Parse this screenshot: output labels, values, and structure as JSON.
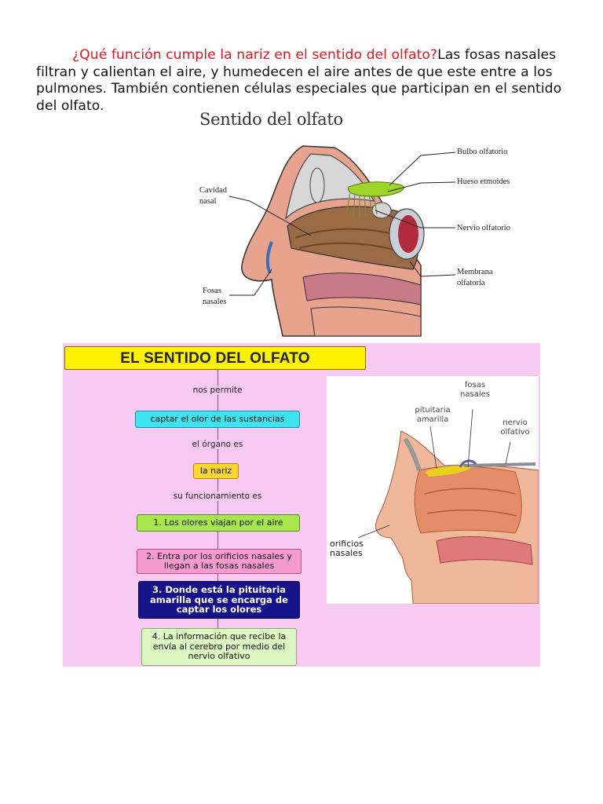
{
  "paragraph": {
    "question": "¿Qué función cumple la nariz en el sentido del olfato?",
    "answer": "Las fosas nasales filtran y calientan el aire, y humedecen el aire antes de que este entre a los pulmones. También contienen células especiales que participan en el sentido del olfato."
  },
  "figure1": {
    "title": "Sentido del olfato",
    "labels": {
      "cavidad": "Cavidad nasal",
      "fosas": "Fosas nasales",
      "bulbo": "Bulbo olfatorio",
      "hueso": "Hueso etmoides",
      "nervio": "Nervio olfatorio",
      "membrana": "Membrana olfatoria"
    }
  },
  "concept_map": {
    "title": "EL SENTIDO DEL OLFATO",
    "connector1": "nos permite",
    "node1": "captar el olor de las sustancias",
    "connector2": "el órgano es",
    "node2": "la nariz",
    "connector3": "su funcionamiento es",
    "node3": "1. Los olores viajan por el aire",
    "node4": "2. Entra por los orificios nasales y llegan a las fosas nasales",
    "node5": "3. Donde está la pituitaria amarilla que se encarga de captar los olores",
    "node6": "4. La información que recibe la envía al cerebro por medio del nervio olfativo"
  },
  "figure2": {
    "labels": {
      "fosas": "fosas nasales",
      "pituitaria": "pituitaria amarilla",
      "nervio": "nervio olfativo",
      "orificios": "orificios nasales"
    }
  },
  "colors": {
    "question": "#e8141b",
    "map_background": "#f8caf3",
    "title_box": "#fff200"
  }
}
